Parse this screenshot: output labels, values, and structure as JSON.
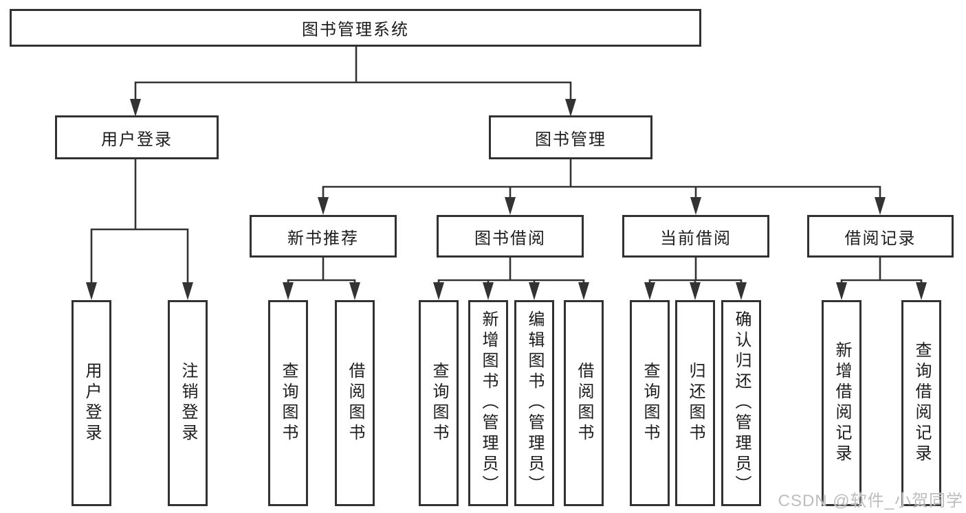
{
  "diagram": {
    "title_node": {
      "label": "图书管理系统"
    },
    "level2": [
      {
        "label": "用户登录"
      },
      {
        "label": "图书管理"
      }
    ],
    "level3": [
      {
        "label": "新书推荐",
        "parent": "图书管理"
      },
      {
        "label": "图书借阅",
        "parent": "图书管理"
      },
      {
        "label": "当前借阅",
        "parent": "图书管理"
      },
      {
        "label": "借阅记录",
        "parent": "图书管理"
      }
    ],
    "leaves": [
      {
        "label": "用户登录",
        "parent": "用户登录"
      },
      {
        "label": "注销登录",
        "parent": "用户登录"
      },
      {
        "label": "查询图书",
        "parent": "新书推荐"
      },
      {
        "label": "借阅图书",
        "parent": "新书推荐"
      },
      {
        "label": "查询图书",
        "parent": "图书借阅"
      },
      {
        "label": "新增图书（管理员）",
        "parent": "图书借阅"
      },
      {
        "label": "编辑图书（管理员）",
        "parent": "图书借阅"
      },
      {
        "label": "借阅图书",
        "parent": "图书借阅"
      },
      {
        "label": "查询图书",
        "parent": "当前借阅"
      },
      {
        "label": "归还图书",
        "parent": "当前借阅"
      },
      {
        "label": "确认归还（管理员）",
        "parent": "当前借阅"
      },
      {
        "label": "新增借阅记录",
        "parent": "借阅记录"
      },
      {
        "label": "查询借阅记录",
        "parent": "借阅记录"
      }
    ],
    "colors": {
      "line": "#333333",
      "box_border": "#313131",
      "text": "#1c1c1c",
      "watermark": "#bdbdbd"
    }
  },
  "watermark": {
    "text": "CSDN @软件_小贺同学"
  }
}
